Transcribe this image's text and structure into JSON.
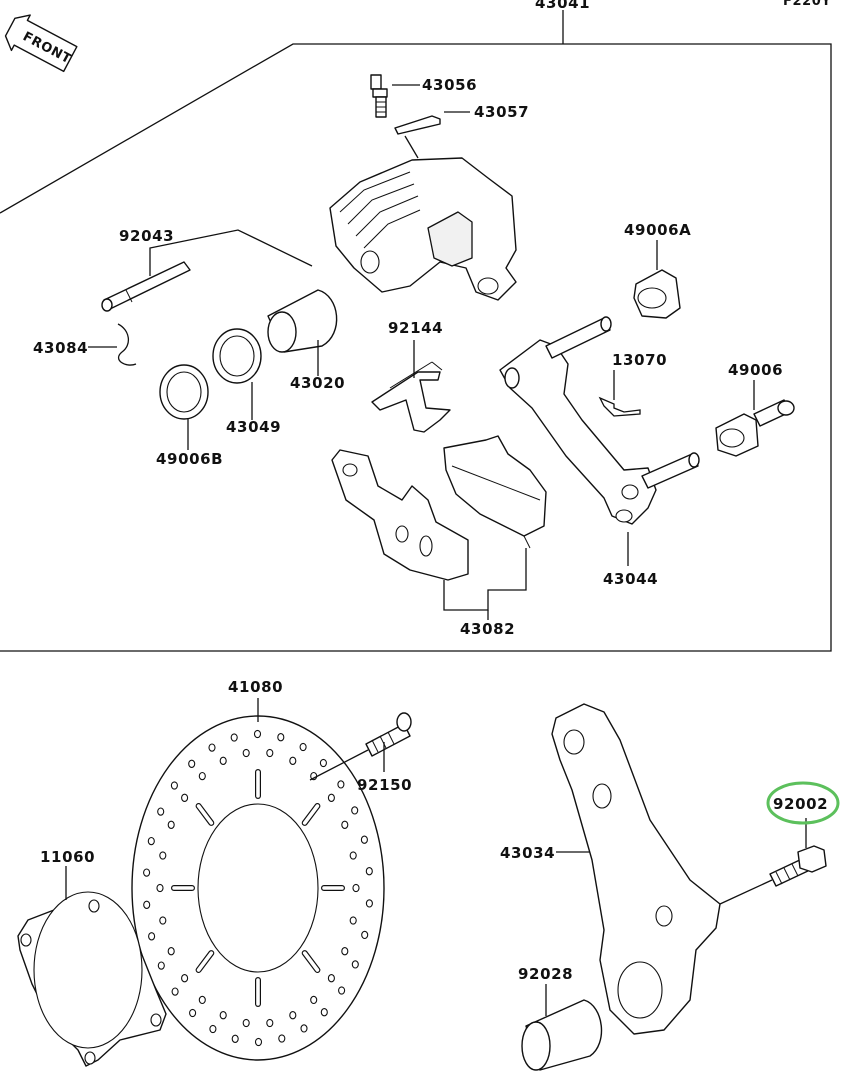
{
  "diagram": {
    "front_label": "FRONT",
    "corner_code": "F220Y",
    "box_label": "43041",
    "highlight_color": "#5cc05c",
    "highlighted_part": "92002",
    "parts": {
      "p43056": "43056",
      "p43057": "43057",
      "p92043": "92043",
      "p49006A": "49006A",
      "p43084": "43084",
      "p92144": "92144",
      "p13070": "13070",
      "p49006": "49006",
      "p43020": "43020",
      "p43049": "43049",
      "p49006B": "49006B",
      "p43044": "43044",
      "p43082": "43082",
      "p41080": "41080",
      "p92150": "92150",
      "p92002": "92002",
      "p11060": "11060",
      "p43034": "43034",
      "p92028": "92028"
    }
  }
}
